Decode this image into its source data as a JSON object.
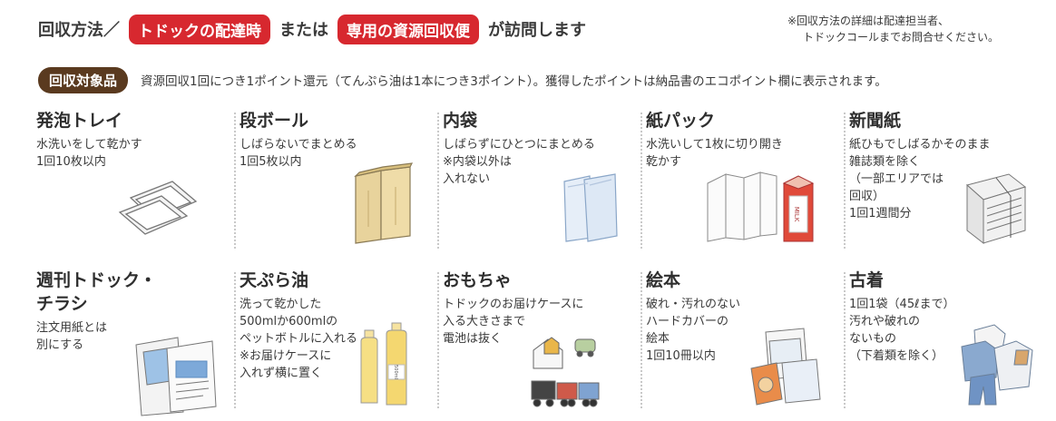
{
  "header": {
    "prefix": "回収方法／",
    "pill1": "トドックの配達時",
    "mid": "または",
    "pill2": "専用の資源回収便",
    "suffix": "が訪問します"
  },
  "note": {
    "line1": "※回収方法の詳細は配達担当者、",
    "line2": "トドックコールまでお問合せください。"
  },
  "target": {
    "label": "回収対象品",
    "desc": "資源回収1回につき1ポイント還元（てんぷら油は1本につき3ポイント）。獲得したポイントは納品書のエコポイント欄に表示されます。"
  },
  "items": [
    {
      "title": [
        "発泡トレイ"
      ],
      "desc": [
        "水洗いをして乾かす",
        "1回10枚以内"
      ],
      "illus": "foam-tray-icon"
    },
    {
      "title": [
        "段ボール"
      ],
      "desc": [
        "しばらないでまとめる",
        "1回5枚以内"
      ],
      "illus": "cardboard-icon"
    },
    {
      "title": [
        "内袋"
      ],
      "desc": [
        "しばらずにひとつにまとめる",
        "※内袋以外は",
        "入れない"
      ],
      "illus": "inner-bag-icon"
    },
    {
      "title": [
        "紙パック"
      ],
      "desc": [
        "水洗いして1枚に切り開き",
        "乾かす"
      ],
      "illus": "milk-carton-icon",
      "carton_text": "MILK"
    },
    {
      "title": [
        "新聞紙"
      ],
      "desc": [
        "紙ひもでしばるかそのまま",
        "雑誌類を除く",
        "（一部エリアでは",
        "回収）",
        "1回1週間分"
      ],
      "illus": "newspaper-bundle-icon"
    },
    {
      "title": [
        "週刊トドック・",
        "チラシ"
      ],
      "desc": [
        "注文用紙とは",
        "別にする"
      ],
      "illus": "flyer-icon"
    },
    {
      "title": [
        "天ぷら油"
      ],
      "desc": [
        "洗って乾かした",
        "500mlか600mlの",
        "ペットボトルに入れる",
        "※お届けケースに",
        "入れず横に置く"
      ],
      "illus": "oil-bottle-icon",
      "bottle_text": "500ml"
    },
    {
      "title": [
        "おもちゃ"
      ],
      "desc": [
        "トドックのお届けケースに",
        "入る大きさまで",
        "電池は抜く"
      ],
      "illus": "toys-icon"
    },
    {
      "title": [
        "絵本"
      ],
      "desc": [
        "破れ・汚れのない",
        "ハードカバーの",
        "絵本",
        "1回10冊以内"
      ],
      "illus": "picture-book-icon"
    },
    {
      "title": [
        "古着"
      ],
      "desc": [
        "1回1袋（45ℓまで）",
        "汚れや破れの",
        "ないもの",
        "（下着類を除く）"
      ],
      "illus": "old-clothes-icon"
    }
  ],
  "colors": {
    "accent_red": "#d7282f",
    "accent_brown": "#5a3a1f"
  }
}
